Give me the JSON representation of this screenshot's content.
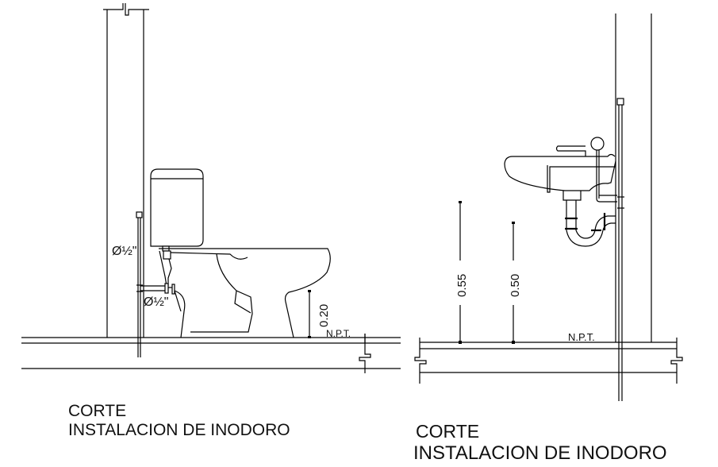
{
  "left_drawing": {
    "title_line1": "CORTE",
    "title_line2": "INSTALACION DE INODORO",
    "pipe_label_upper": "Ø½\"",
    "pipe_label_lower": "Ø½\"",
    "dimension_height": "0.20",
    "floor_label": "N.P.T."
  },
  "right_drawing": {
    "title_line1": "CORTE",
    "title_line2": "INSTALACION DE INODORO",
    "dimension_1": "0.55",
    "dimension_2": "0.50",
    "floor_label": "N.P.T."
  },
  "colors": {
    "line": "#000000",
    "background": "#ffffff"
  }
}
